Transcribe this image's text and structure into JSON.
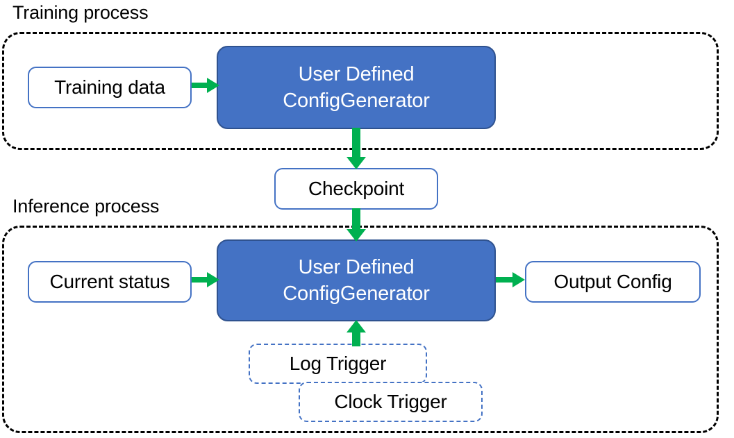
{
  "diagram": {
    "title_training": "Training process",
    "title_inference": "Inference process",
    "colors": {
      "accent_blue": "#4472C4",
      "primary_fill": "#4472C4",
      "primary_border": "#2F528F",
      "arrow_green": "#00B050",
      "group_border": "#000000",
      "node_text": "#000000",
      "primary_text": "#FFFFFF",
      "background": "#FFFFFF"
    }
  },
  "training": {
    "label": "Training process",
    "nodes": {
      "training_data": "Training data",
      "generator_line1": "User Defined",
      "generator_line2": "ConfigGenerator"
    }
  },
  "bridge": {
    "checkpoint": "Checkpoint"
  },
  "inference": {
    "label": "Inference process",
    "nodes": {
      "current_status": "Current status",
      "generator_line1": "User Defined",
      "generator_line2": "ConfigGenerator",
      "output_config": "Output Config",
      "log_trigger": "Log Trigger",
      "clock_trigger": "Clock Trigger"
    }
  },
  "arrows": [
    {
      "name": "training-data-to-generator",
      "from": "Training data",
      "to": "User Defined ConfigGenerator",
      "direction": "right"
    },
    {
      "name": "generator-to-checkpoint",
      "from": "User Defined ConfigGenerator",
      "to": "Checkpoint",
      "direction": "down"
    },
    {
      "name": "checkpoint-to-generator",
      "from": "Checkpoint",
      "to": "User Defined ConfigGenerator",
      "direction": "down"
    },
    {
      "name": "current-status-to-generator",
      "from": "Current status",
      "to": "User Defined ConfigGenerator",
      "direction": "right"
    },
    {
      "name": "generator-to-output-config",
      "from": "User Defined ConfigGenerator",
      "to": "Output Config",
      "direction": "right"
    },
    {
      "name": "triggers-to-generator",
      "from": "Log Trigger / Clock Trigger",
      "to": "User Defined ConfigGenerator",
      "direction": "up"
    }
  ]
}
